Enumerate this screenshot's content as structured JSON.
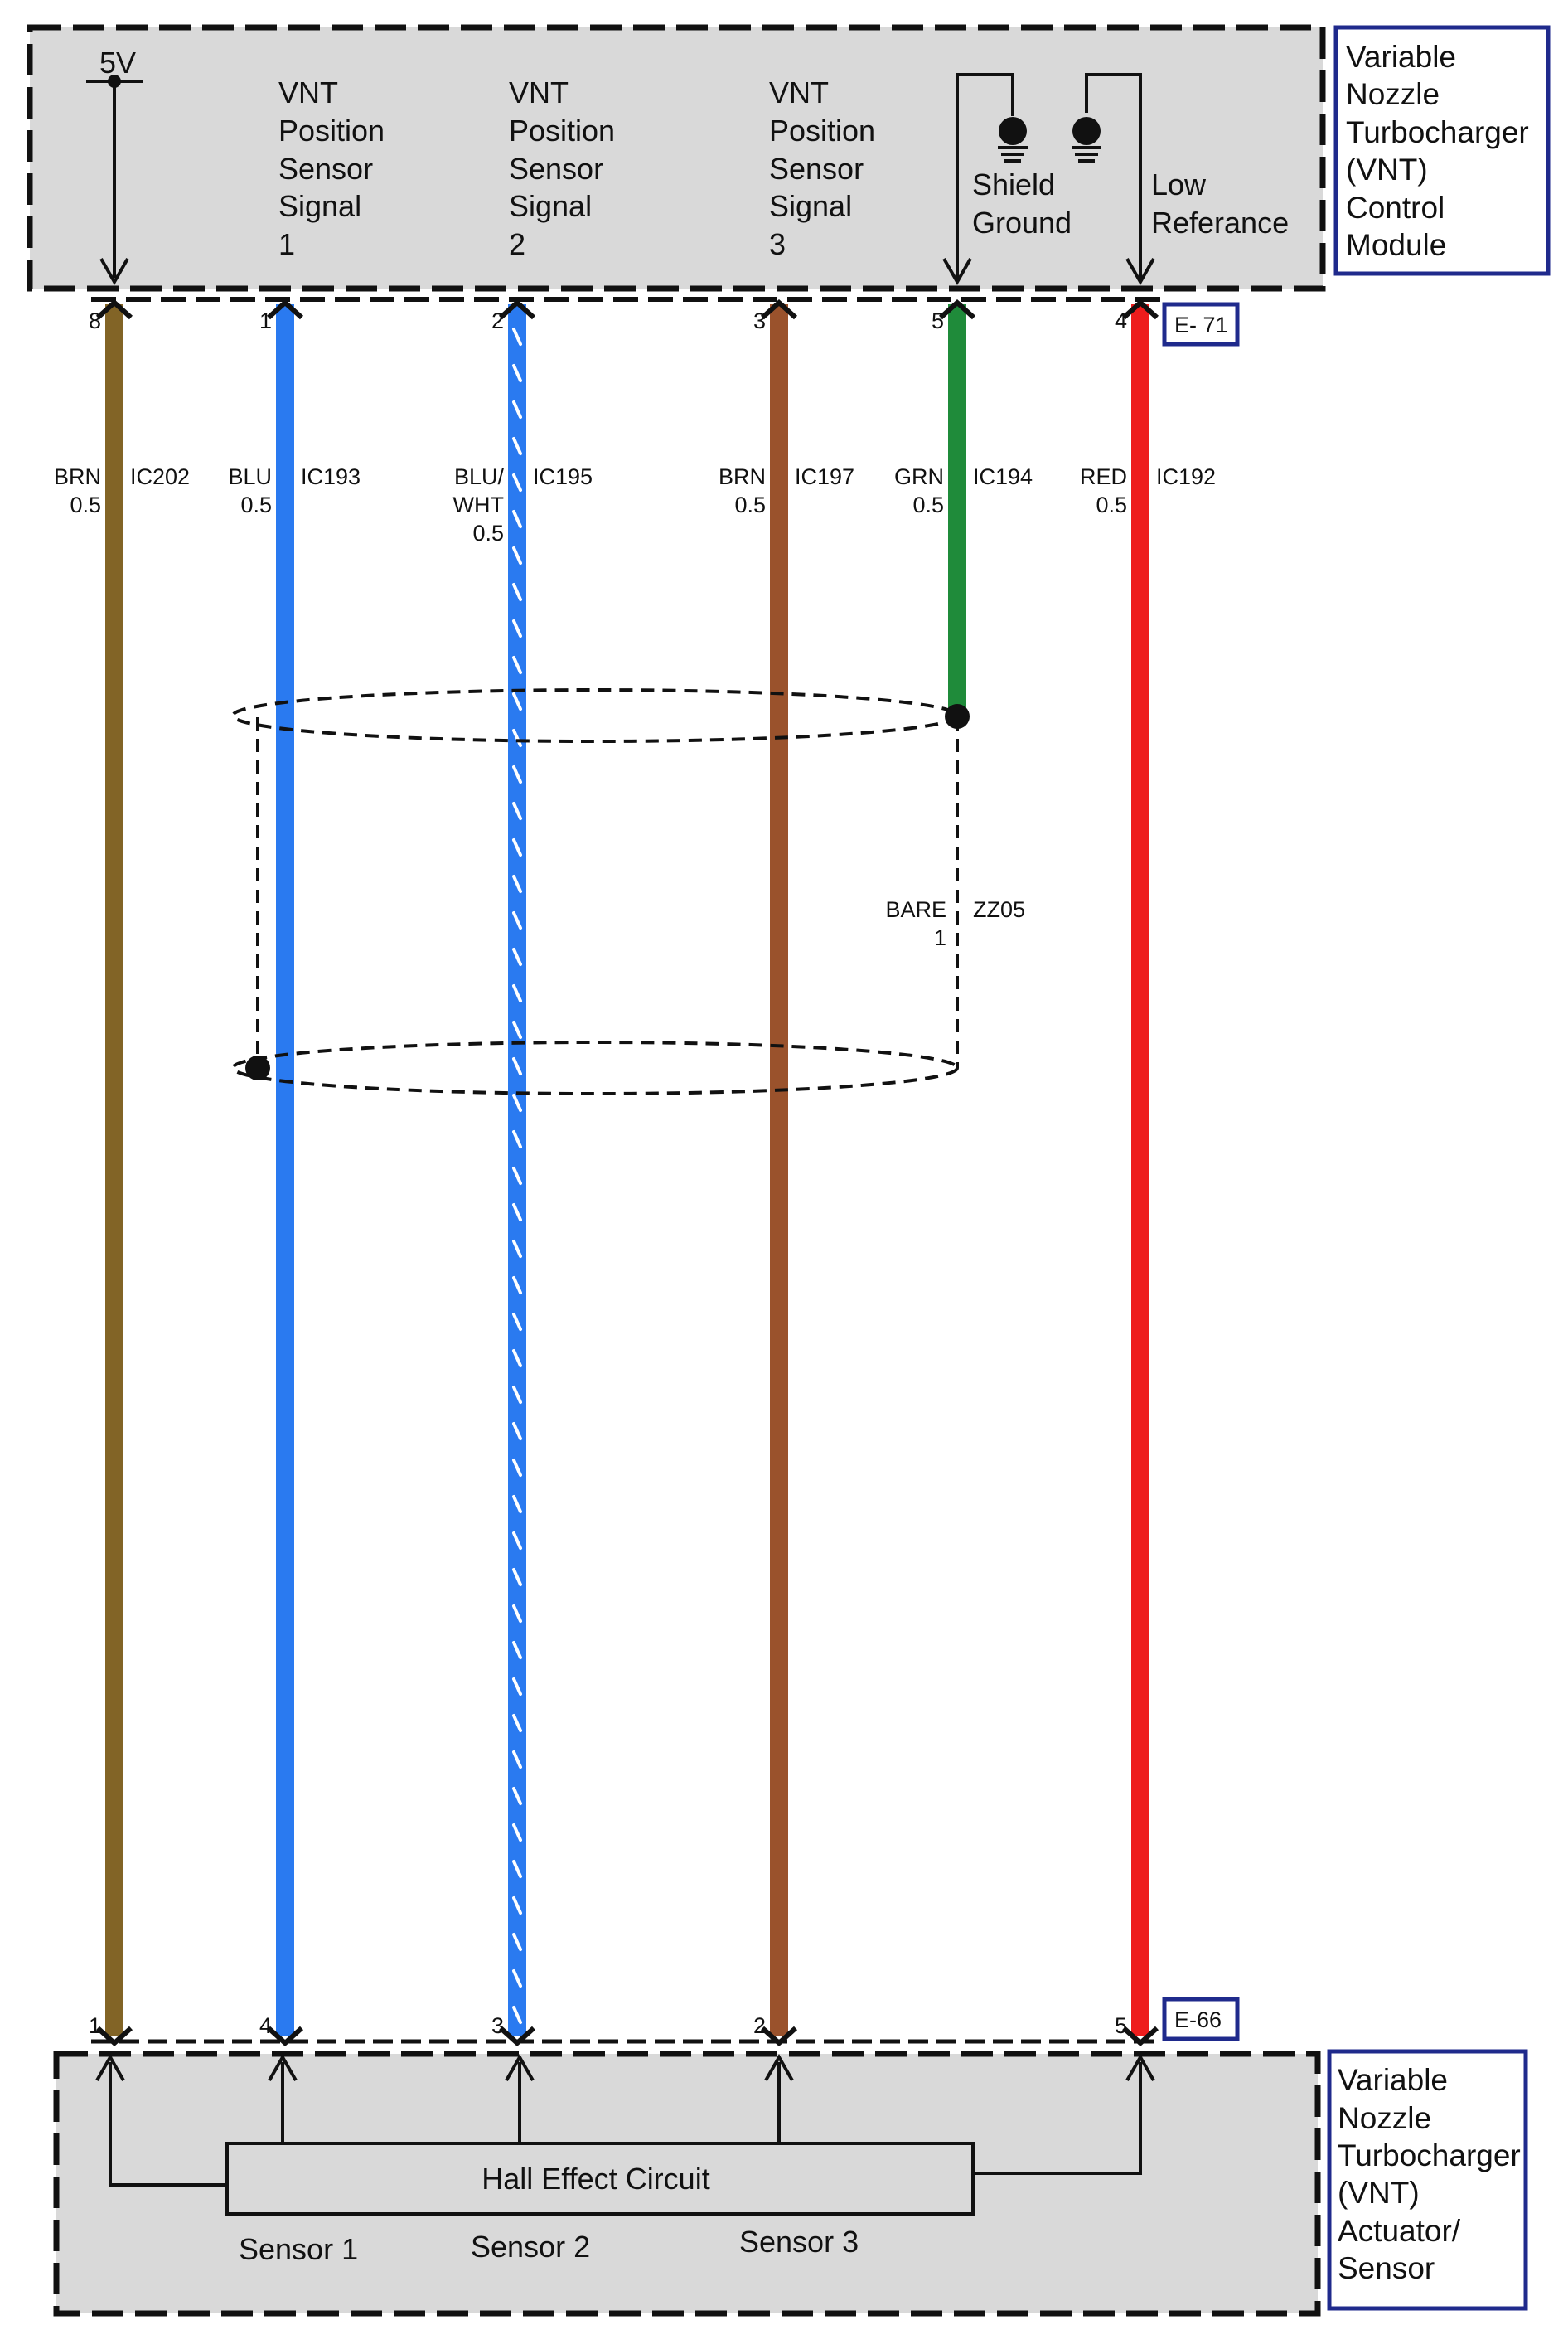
{
  "top_module": {
    "name_lines": [
      "Variable",
      "Nozzle",
      "Turbocharger",
      "(VNT)",
      "Control",
      "Module"
    ],
    "supply_label": "5V",
    "signal_labels": [
      [
        "VNT",
        "Position",
        "Sensor",
        "Signal",
        "1"
      ],
      [
        "VNT",
        "Position",
        "Sensor",
        "Signal",
        "2"
      ],
      [
        "VNT",
        "Position",
        "Sensor",
        "Signal",
        "3"
      ]
    ],
    "shield_ground_lines": [
      "Shield",
      "Ground"
    ],
    "low_reference_lines": [
      "Low",
      "Referance"
    ],
    "connector": "E- 71"
  },
  "bottom_module": {
    "name_lines": [
      "Variable",
      "Nozzle",
      "Turbocharger",
      "(VNT)",
      "Actuator/",
      "Sensor"
    ],
    "circuit_label": "Hall Effect Circuit",
    "sensor_labels": [
      "Sensor 1",
      "Sensor 2",
      "Sensor 3"
    ],
    "connector": "E-66"
  },
  "wires": [
    {
      "top_pin": "8",
      "bottom_pin": "1",
      "color_lines": [
        "BRN"
      ],
      "gauge": "0.5",
      "circuit": "IC202",
      "color": "#826426"
    },
    {
      "top_pin": "1",
      "bottom_pin": "4",
      "color_lines": [
        "BLU"
      ],
      "gauge": "0.5",
      "circuit": "IC193",
      "color": "#2a7af0"
    },
    {
      "top_pin": "2",
      "bottom_pin": "3",
      "color_lines": [
        "BLU/",
        "WHT"
      ],
      "gauge": "0.5",
      "circuit": "IC195",
      "color": "#2a7af0",
      "stripe": "#ffffff"
    },
    {
      "top_pin": "3",
      "bottom_pin": "2",
      "color_lines": [
        "BRN"
      ],
      "gauge": "0.5",
      "circuit": "IC197",
      "color": "#9a522c"
    },
    {
      "top_pin": "5",
      "bottom_pin": "",
      "color_lines": [
        "GRN"
      ],
      "gauge": "0.5",
      "circuit": "IC194",
      "color": "#1f8b3a"
    },
    {
      "top_pin": "4",
      "bottom_pin": "5",
      "color_lines": [
        "RED"
      ],
      "gauge": "0.5",
      "circuit": "IC192",
      "color": "#ee1c1c"
    }
  ],
  "shield": {
    "color_label": "BARE",
    "gauge": "1",
    "circuit": "ZZ05"
  },
  "colors": {
    "module_fill": "#d9d9d9",
    "connector_border": "#1f2a8c",
    "label_border": "#1f2a8c"
  }
}
